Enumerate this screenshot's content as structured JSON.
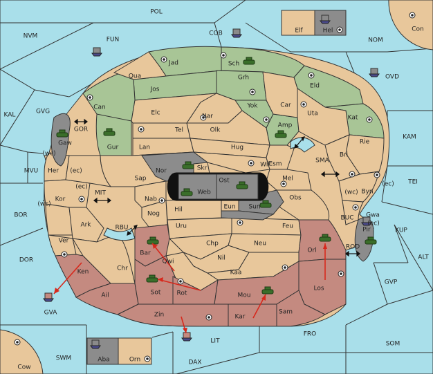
{
  "board": {
    "provinces": {
      "pol": "POL",
      "nvm": "NVM",
      "fun": "FUN",
      "cob": "COB",
      "nom": "NOM",
      "con": "Con",
      "elf": "Elf",
      "hel": "Hel",
      "ovd": "OVD",
      "kal": "KAL",
      "gvg": "GVG",
      "kam": "KAM",
      "tei": "TEI",
      "kup": "KUP",
      "alt": "ALT",
      "gvp": "GVP",
      "som": "SOM",
      "fro": "FRO",
      "lit": "LIT",
      "dax": "DAX",
      "swm": "SWM",
      "cow": "Cow",
      "aba": "Aba",
      "orn": "Orn",
      "gva": "GVA",
      "dor": "DOR",
      "bor": "BOR",
      "mvu": "MVU",
      "mit": "MIT",
      "rbu": "RBU",
      "gor": "GOR",
      "sma": "SMA",
      "buc": "BUC",
      "rod": "ROD",
      "jad": "Jad",
      "sch": "Sch",
      "qua": "Qua",
      "jos": "Jos",
      "grh": "Grh",
      "eld": "Eld",
      "can": "Can",
      "yok": "Yok",
      "car": "Car",
      "uta": "Uta",
      "kat": "Kat",
      "elc": "Elc",
      "nar": "Nar",
      "amp": "Amp",
      "tel": "Tel",
      "olk": "Olk",
      "gaw": "Gaw",
      "gur": "Gur",
      "lan": "Lan",
      "hug": "Hug",
      "rie": "Rie",
      "bri": "Bri",
      "wil": "Wil",
      "esm": "Esm",
      "her": "Her",
      "nor": "Nor",
      "skr": "Skr",
      "ost": "Ost",
      "mel": "Mel",
      "sap": "Sap",
      "web": "Web",
      "byn": "Byn",
      "kor": "Kor",
      "nab": "Nab",
      "eun": "Eun",
      "sun": "Sun",
      "obs": "Obs",
      "hil": "Hil",
      "gwa": "Gwa",
      "ark": "Ark",
      "nog": "Nog",
      "pir": "Pir",
      "uru": "Uru",
      "feu": "Feu",
      "ver": "Ver",
      "orl": "Orl",
      "bar": "Bar",
      "chp": "Chp",
      "neu": "Neu",
      "qwi": "Qwi",
      "nil": "Nil",
      "chr": "Chr",
      "ken": "Ken",
      "kaa": "Kaa",
      "los": "Los",
      "sot": "Sot",
      "rot": "Rot",
      "ail": "Ail",
      "mou": "Mou",
      "zin": "Zin",
      "kar": "Kar",
      "sam": "Sam"
    },
    "coasts": {
      "wc": "(wc)",
      "ec": "(ec)"
    }
  }
}
